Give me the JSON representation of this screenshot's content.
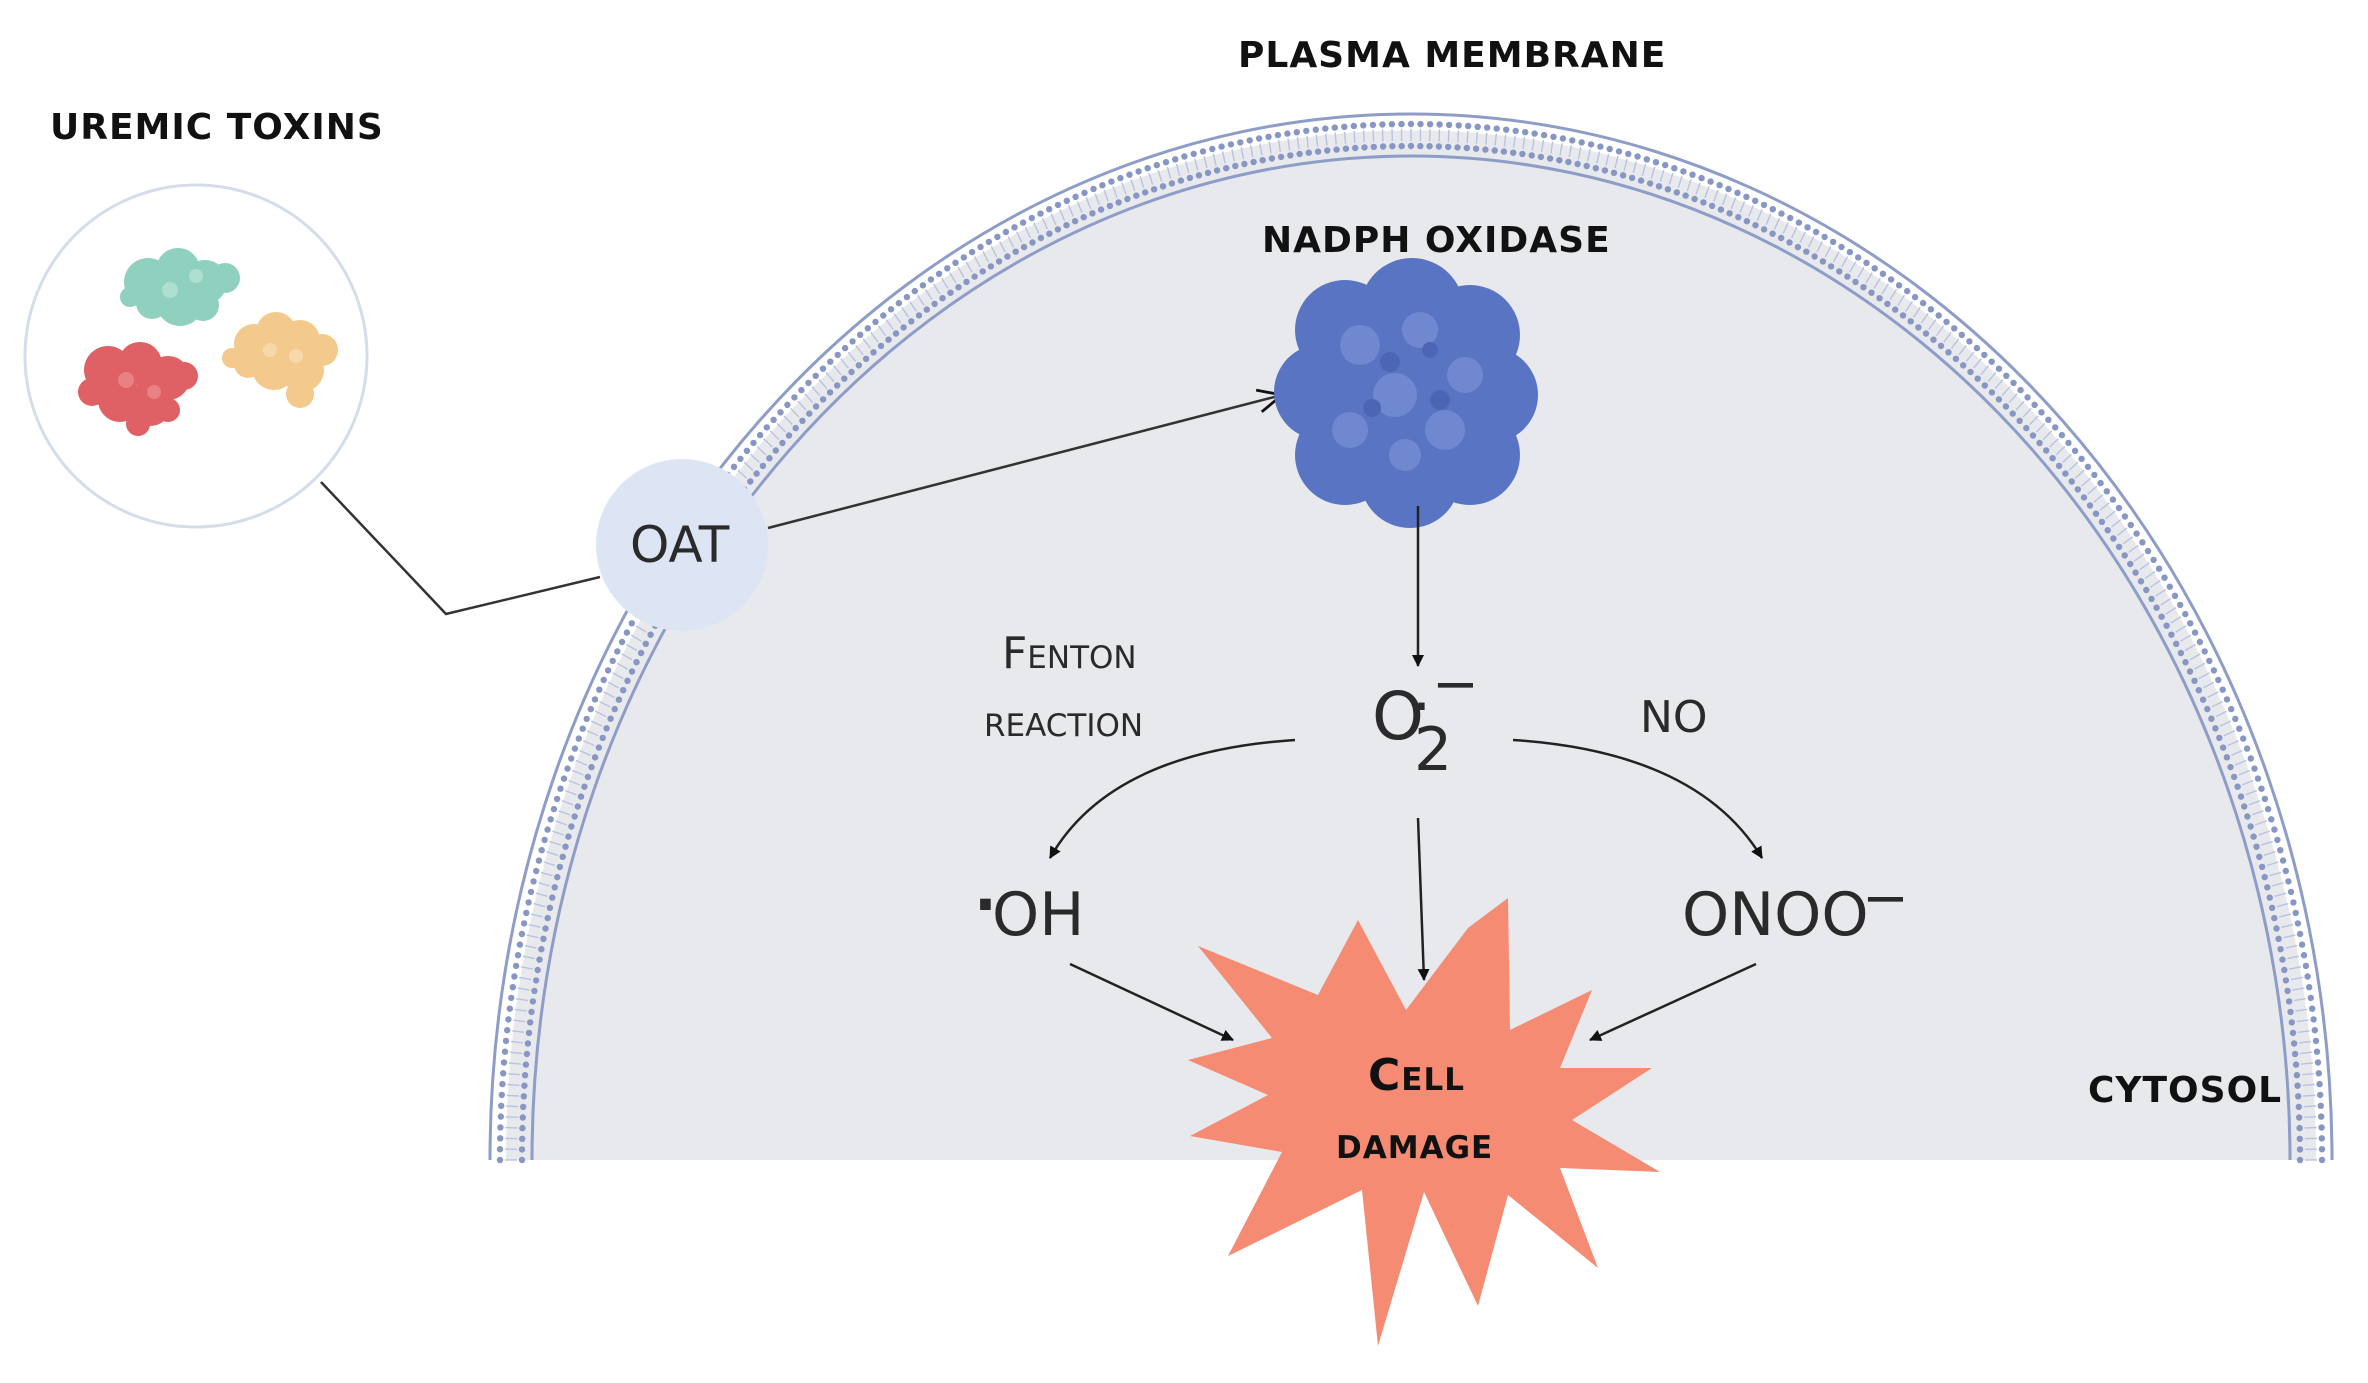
{
  "labels": {
    "plasma_membrane": "PLASMA MEMBRANE",
    "uremic_toxins": "UREMIC TOXINS",
    "nadph_oxidase": "NADPH OXIDASE",
    "oat": "OAT",
    "fenton_line1": "Fenton",
    "fenton_line2": "reaction",
    "superoxide_base": "O",
    "superoxide_dot": "·",
    "superoxide_charge": "−",
    "superoxide_sub": "2",
    "no": "NO",
    "hydroxyl_dot": "·",
    "hydroxyl": "OH",
    "peroxynitrite": "ONOO",
    "peroxynitrite_charge": "−",
    "cell_damage_line1": "Cell",
    "cell_damage_line2": "damage",
    "cytosol": "CYTOSOL"
  },
  "colors": {
    "cytosol_fill": "#e8e9ed",
    "membrane_outer": "#8d9dc8",
    "membrane_heads": "#8796c2",
    "oat_fill": "#dde4f3",
    "nadph_fill": "#5a74c4",
    "damage_fill": "#f58b72",
    "toxin_green": "#8fd0bf",
    "toxin_red": "#df6065",
    "toxin_yellow": "#f4c98c"
  },
  "icons": [
    "uremic-toxin-protein-green",
    "uremic-toxin-protein-red",
    "uremic-toxin-protein-yellow",
    "nadph-oxidase-protein",
    "cell-damage-burst"
  ]
}
